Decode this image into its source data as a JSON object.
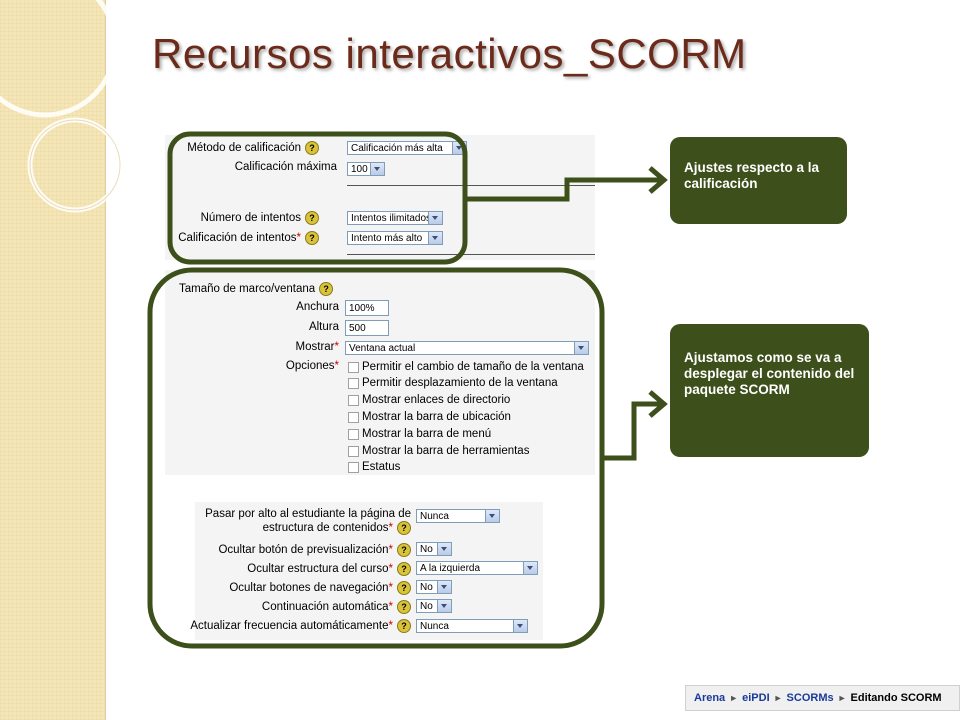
{
  "slide_title": "Recursos interactivos_SCORM",
  "grading": {
    "method_label": "Método de calificación",
    "method_value": "Calificación más alta",
    "max_label": "Calificación máxima",
    "max_value": "100",
    "attempts_label": "Número de intentos",
    "attempts_value": "Intentos ilimitados",
    "attempt_grading_label": "Calificación de intentos",
    "attempt_grading_value": "Intento más alto"
  },
  "window": {
    "section_label": "Tamaño de marco/ventana",
    "width_label": "Anchura",
    "width_value": "100%",
    "height_label": "Altura",
    "height_value": "500",
    "display_label": "Mostrar",
    "display_value": "Ventana actual",
    "options_label": "Opciones",
    "options": [
      "Permitir el cambio de tamaño de la ventana",
      "Permitir desplazamiento de la ventana",
      "Mostrar enlaces de directorio",
      "Mostrar la barra de ubicación",
      "Mostrar la barra de menú",
      "Mostrar la barra de herramientas",
      "Estatus"
    ]
  },
  "nav": {
    "skip_label_1": "Pasar por alto al estudiante la página de",
    "skip_label_2": "estructura de contenidos",
    "skip_value": "Nunca",
    "hide_browse_label": "Ocultar botón de previsualización",
    "hide_browse_value": "No",
    "hide_toc_label": "Ocultar estructura del curso",
    "hide_toc_value": "A la izquierda",
    "hide_nav_label": "Ocultar botones de navegación",
    "hide_nav_value": "No",
    "auto_continue_label": "Continuación automática",
    "auto_continue_value": "No",
    "auto_refresh_label": "Actualizar frecuencia automáticamente",
    "auto_refresh_value": "Nunca"
  },
  "callouts": {
    "grading": "Ajustes respecto a la calificación",
    "display": "Ajustamos como se va a desplegar el contenido del paquete SCORM"
  },
  "breadcrumb": {
    "items": [
      "Arena",
      "eiPDI",
      "SCORMs"
    ],
    "current": "Editando SCORM"
  },
  "colors": {
    "title": "#6b2a1a",
    "highlight_border": "#3d4f1a",
    "callout_bg": "#3d4f1a",
    "side_band": "#f5e6b8"
  }
}
